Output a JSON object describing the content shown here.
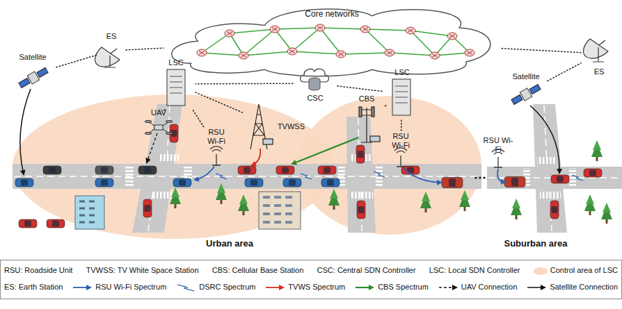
{
  "diagram": {
    "nodes": [
      {
        "text": [
          "Core networks"
        ]
      },
      {
        "text": [
          "CSC"
        ]
      },
      {
        "text": [
          "Satellite"
        ]
      },
      {
        "text": [
          "ES"
        ]
      },
      {
        "text": [
          "LSC"
        ]
      },
      {
        "text": [
          "UAV"
        ]
      },
      {
        "text": [
          "RSU Wi-Fi"
        ]
      },
      {
        "text": [
          "TVWSS"
        ]
      },
      {
        "text": [
          "CBS"
        ]
      },
      {
        "text": [
          "LSC"
        ]
      },
      {
        "text": [
          "RSU Wi-Fi"
        ]
      },
      {
        "text": [
          "Satellite"
        ]
      },
      {
        "text": [
          "ES"
        ]
      },
      {
        "text": [
          "RSU Wi-Fi"
        ]
      }
    ],
    "edges": [
      {
        "from": 2,
        "to": 3,
        "arrow": "none"
      },
      {
        "from": 3,
        "to": 0,
        "arrow": "none"
      },
      {
        "from": 1,
        "to": 4,
        "arrow": "none"
      },
      {
        "from": 1,
        "to": 9,
        "arrow": "none"
      },
      {
        "from": 4,
        "to": 5,
        "arrow": "none"
      },
      {
        "from": 4,
        "to": 6,
        "arrow": "none"
      },
      {
        "from": 4,
        "to": 7,
        "arrow": "none"
      },
      {
        "from": 8,
        "to": 9,
        "arrow": "none"
      },
      {
        "from": 9,
        "to": 10,
        "arrow": "none"
      },
      {
        "from": 11,
        "to": 12,
        "arrow": "none"
      },
      {
        "from": 12,
        "to": 0,
        "arrow": "none"
      }
    ],
    "labels": [
      "Urban area",
      "Suburban area",
      "RSU: Roadside Unit",
      "TVWSS: TV White Space Station",
      "CBS: Cellular Base Station",
      "CSC: Central SDN Controller",
      "LSC: Local SDN Controller",
      "ES: Earth Station"
    ],
    "legend": [
      {
        "text": "Control area of LSC",
        "color": "#f9d8c0"
      },
      {
        "text": "RSU Wi-Fi Spectrum"
      },
      {
        "text": "DSRC Spectrum"
      },
      {
        "text": "TVWS Spectrum"
      },
      {
        "text": "CBS Spectrum"
      },
      {
        "text": "UAV Connection"
      },
      {
        "text": "Satellite Connection"
      }
    ]
  }
}
